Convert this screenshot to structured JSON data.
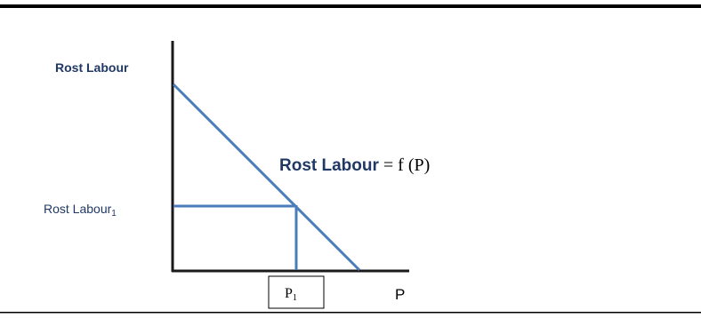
{
  "y_axis_label": "Rost Labour",
  "y_level_label": {
    "base": "Rost Labour",
    "sub": "1"
  },
  "function_label": {
    "bold": "Rost Labour",
    "rest": " = f (P)"
  },
  "x_level_label": {
    "base": "P",
    "sub": "1"
  },
  "x_axis_label": "P",
  "colors": {
    "line": "#4a7ebb",
    "axis": "#1a1a1a",
    "label_navy": "#1f3864",
    "text": "#000000",
    "rule": "#000000"
  }
}
